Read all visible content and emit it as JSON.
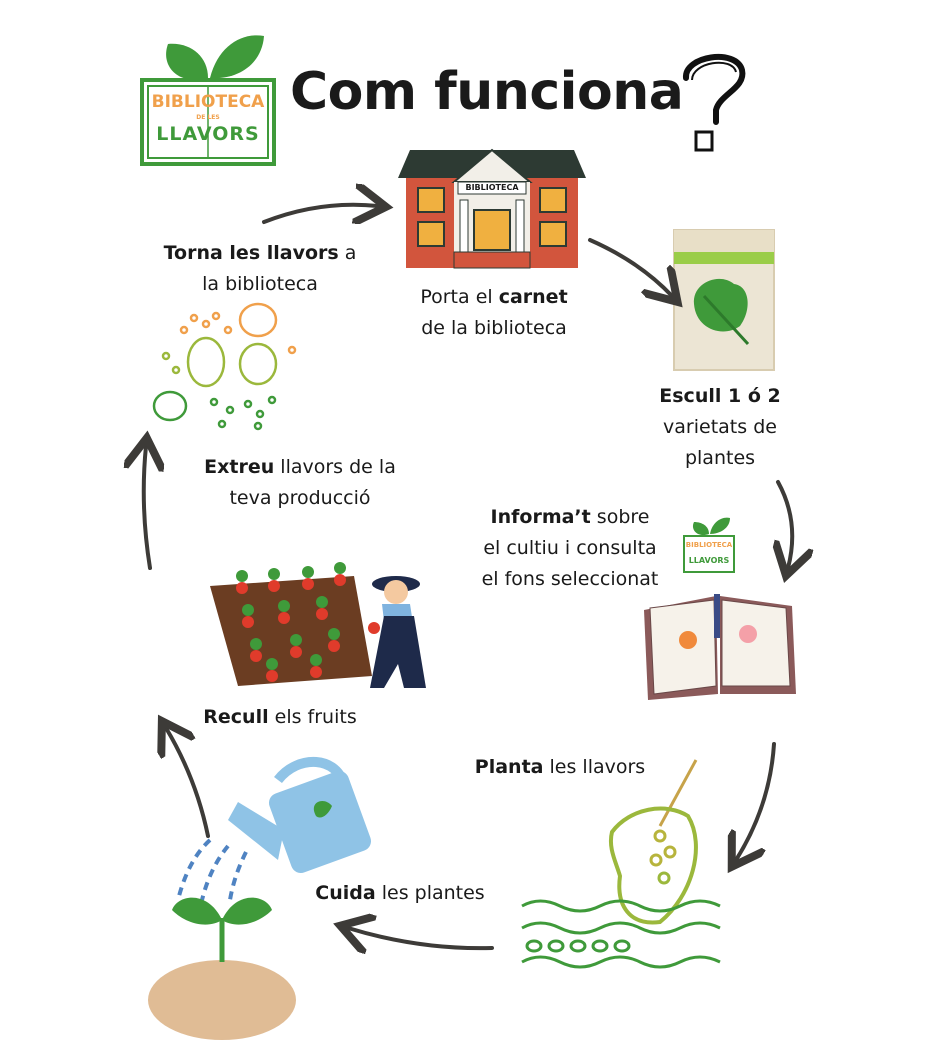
{
  "title": "Com funciona",
  "logo": {
    "line1": "BIBLIOTECA",
    "line2": "DE LES",
    "line3": "LLAVORS"
  },
  "building_sign": "BIBLIOTECA",
  "colors": {
    "green": "#3f9a3a",
    "orange": "#f0a04b",
    "arrow": "#3d3b38",
    "brick": "#d2553d"
  },
  "steps": [
    {
      "bold": "Porta el ",
      "bold2": "carnet",
      "rest": "de la biblioteca"
    },
    {
      "bold": "Escull 1 ó 2",
      "line2": "varietats de",
      "line3": "plantes"
    },
    {
      "bold": "Informa’t",
      "line1rest": " sobre",
      "line2": "el cultiu i consulta",
      "line3": "el fons seleccionat"
    },
    {
      "bold": "Planta",
      "rest": " les llavors"
    },
    {
      "bold": "Cuida",
      "rest": " les plantes"
    },
    {
      "bold": "Recull",
      "rest": " els fruits"
    },
    {
      "bold": "Extreu",
      "rest": " llavors de la",
      "line2": "teva producció"
    },
    {
      "bold": "Torna les llavors",
      "rest": " a",
      "line2": "la biblioteca"
    }
  ]
}
